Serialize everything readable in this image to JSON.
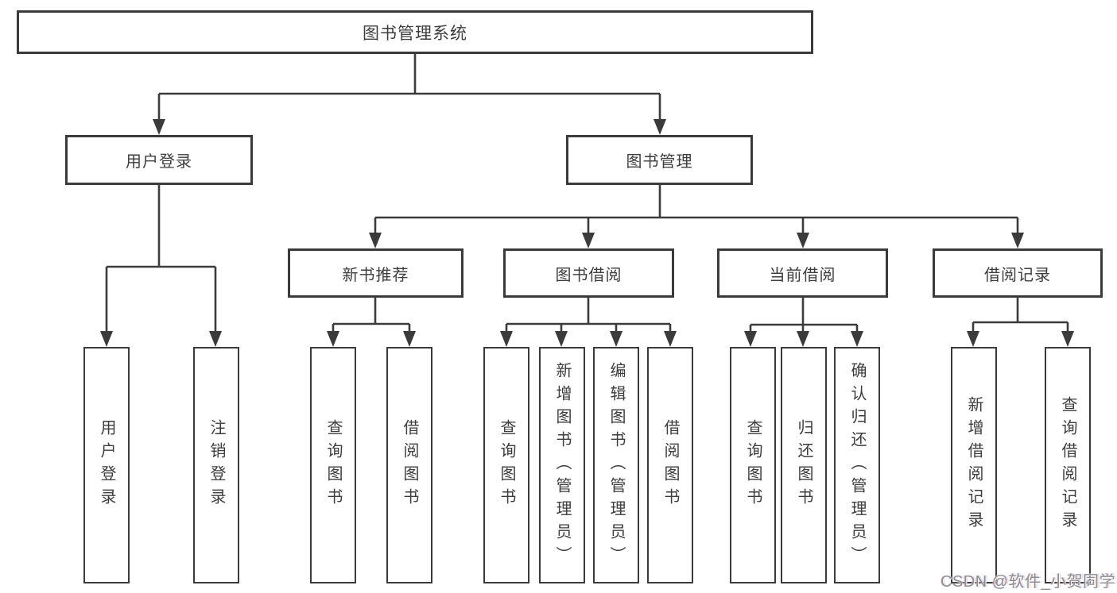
{
  "diagram": {
    "root": {
      "label": "图书管理系统"
    },
    "level1": [
      {
        "label": "用户登录"
      },
      {
        "label": "图书管理"
      }
    ],
    "level2": [
      {
        "label": "新书推荐"
      },
      {
        "label": "图书借阅"
      },
      {
        "label": "当前借阅"
      },
      {
        "label": "借阅记录"
      }
    ],
    "leaves": {
      "user": [
        {
          "label": "用户登录"
        },
        {
          "label": "注销登录"
        }
      ],
      "newbook": [
        {
          "label": "查询图书"
        },
        {
          "label": "借阅图书"
        }
      ],
      "borrow": [
        {
          "label": "查询图书"
        },
        {
          "label": "新增图书（管理员）"
        },
        {
          "label": "编辑图书（管理员）"
        },
        {
          "label": "借阅图书"
        }
      ],
      "current": [
        {
          "label": "查询图书"
        },
        {
          "label": "归还图书"
        },
        {
          "label": "确认归还（管理员）"
        }
      ],
      "records": [
        {
          "label": "新增借阅记录"
        },
        {
          "label": "查询借阅记录"
        }
      ]
    },
    "watermark": "CSDN @软件_小贺同学",
    "colors": {
      "line": "#3b3b3b",
      "text": "#3d3d3d",
      "watermark": "#8f8f8f",
      "background": "#ffffff"
    }
  }
}
